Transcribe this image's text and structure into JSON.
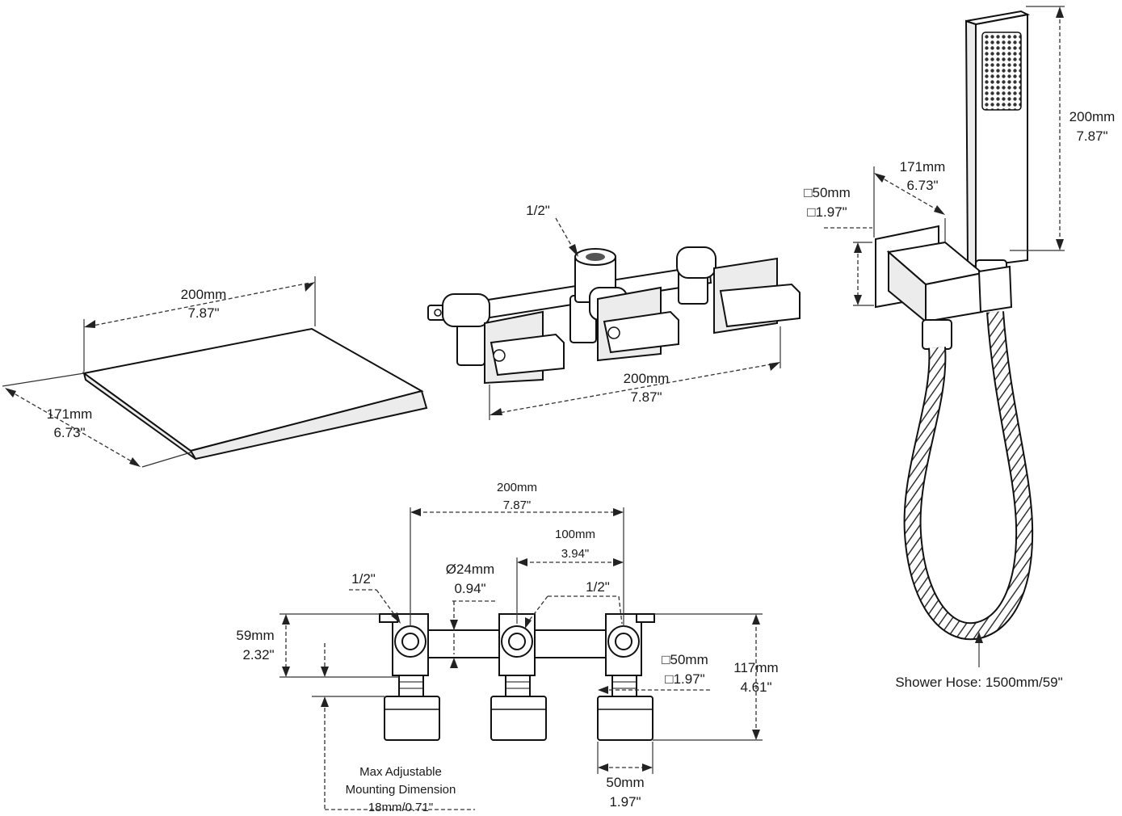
{
  "spout": {
    "length": {
      "mm": "200mm",
      "inch": "7.87\""
    },
    "depth": {
      "mm": "171mm",
      "inch": "6.73\""
    }
  },
  "valve_body": {
    "inlet": "1/2\"",
    "width": {
      "mm": "200mm",
      "inch": "7.87\""
    }
  },
  "wall_bracket": {
    "plate": {
      "mm": "□50mm",
      "inch": "□1.97\""
    },
    "depth": {
      "mm": "171mm",
      "inch": "6.73\""
    }
  },
  "hand_shower": {
    "height": {
      "mm": "200mm",
      "inch": "7.87\""
    }
  },
  "shower_hose": "Shower Hose: 1500mm/59\"",
  "installation": {
    "center_span": {
      "mm": "200mm",
      "inch": "7.87\""
    },
    "half_span": {
      "mm": "100mm",
      "inch": "3.94\""
    },
    "pipe_diameter": {
      "mm": "Ø24mm",
      "inch": "0.94\""
    },
    "left_inlet": "1/2\"",
    "right_inlet": "1/2\"",
    "pipe_height": {
      "mm": "59mm",
      "inch": "2.32\""
    },
    "total_height": {
      "mm": "117mm",
      "inch": "4.61\""
    },
    "handle_square": {
      "mm": "□50mm",
      "inch": "□1.97\""
    },
    "handle_width": {
      "mm": "50mm",
      "inch": "1.97\""
    },
    "max_adjust": [
      "Max Adjustable",
      "Mounting Dimension",
      "18mm/0.71\""
    ]
  }
}
